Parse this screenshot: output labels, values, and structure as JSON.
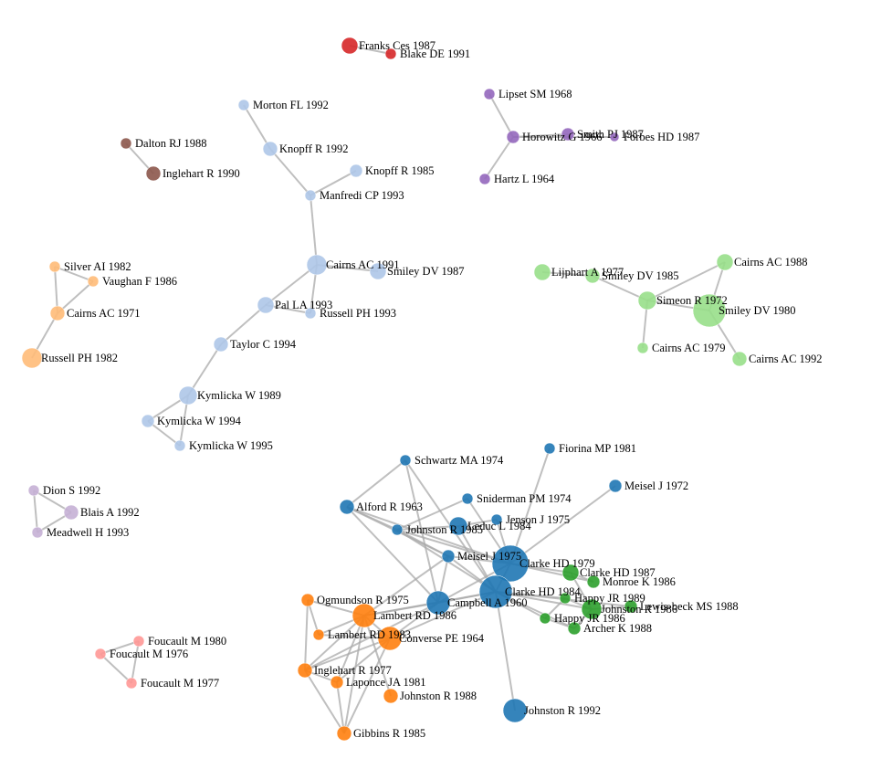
{
  "colors": {
    "red": "#d62728",
    "purple": "#9467bd",
    "brown": "#8c564b",
    "light_blue": "#aec7e8",
    "light_orange": "#ffbb78",
    "light_green": "#98df8a",
    "light_purple": "#c5b0d5",
    "pink": "#ff9896",
    "blue": "#1f77b4",
    "orange": "#ff7f0e",
    "green": "#2ca02c",
    "edge": "#aaaaaa"
  },
  "nodes": [
    {
      "id": "franks",
      "label": "Franks Ces 1987",
      "group": "red"
    },
    {
      "id": "blake",
      "label": "Blake DE 1991",
      "group": "red"
    },
    {
      "id": "lipset",
      "label": "Lipset SM 1968",
      "group": "purple"
    },
    {
      "id": "horowitz",
      "label": "Horowitz G 1966",
      "group": "purple"
    },
    {
      "id": "smithpj",
      "label": "Smith PJ 1987",
      "group": "purple"
    },
    {
      "id": "forbes",
      "label": "Forbes HD 1987",
      "group": "purple"
    },
    {
      "id": "hartz",
      "label": "Hartz L 1964",
      "group": "purple"
    },
    {
      "id": "dalton",
      "label": "Dalton RJ 1988",
      "group": "brown"
    },
    {
      "id": "inglehart90",
      "label": "Inglehart R 1990",
      "group": "brown"
    },
    {
      "id": "morton",
      "label": "Morton FL 1992",
      "group": "light_blue"
    },
    {
      "id": "knopff92",
      "label": "Knopff R 1992",
      "group": "light_blue"
    },
    {
      "id": "knopff85",
      "label": "Knopff R 1985",
      "group": "light_blue"
    },
    {
      "id": "manfredi",
      "label": "Manfredi CP 1993",
      "group": "light_blue"
    },
    {
      "id": "cairns91",
      "label": "Cairns AC 1991",
      "group": "light_blue"
    },
    {
      "id": "smiley87",
      "label": "Smiley DV 1987",
      "group": "light_blue"
    },
    {
      "id": "pal",
      "label": "Pal LA 1993",
      "group": "light_blue"
    },
    {
      "id": "russell93",
      "label": "Russell PH 1993",
      "group": "light_blue"
    },
    {
      "id": "taylor",
      "label": "Taylor C 1994",
      "group": "light_blue"
    },
    {
      "id": "kym89",
      "label": "Kymlicka W 1989",
      "group": "light_blue"
    },
    {
      "id": "kym94",
      "label": "Kymlicka W 1994",
      "group": "light_blue"
    },
    {
      "id": "kym95",
      "label": "Kymlicka W 1995",
      "group": "light_blue"
    },
    {
      "id": "silver",
      "label": "Silver AI 1982",
      "group": "light_orange"
    },
    {
      "id": "vaughan",
      "label": "Vaughan F 1986",
      "group": "light_orange"
    },
    {
      "id": "cairns71",
      "label": "Cairns AC 1971",
      "group": "light_orange"
    },
    {
      "id": "russell82",
      "label": "Russell PH 1982",
      "group": "light_orange"
    },
    {
      "id": "lijphart",
      "label": "Lijphart A 1977",
      "group": "light_green"
    },
    {
      "id": "smiley85",
      "label": "Smiley DV 1985",
      "group": "light_green"
    },
    {
      "id": "cairns88",
      "label": "Cairns AC 1988",
      "group": "light_green"
    },
    {
      "id": "simeon",
      "label": "Simeon R 1972",
      "group": "light_green"
    },
    {
      "id": "smiley80",
      "label": "Smiley DV 1980",
      "group": "light_green"
    },
    {
      "id": "cairns79",
      "label": "Cairns AC 1979",
      "group": "light_green"
    },
    {
      "id": "cairns92",
      "label": "Cairns AC 1992",
      "group": "light_green"
    },
    {
      "id": "dion",
      "label": "Dion S 1992",
      "group": "light_purple"
    },
    {
      "id": "blais",
      "label": "Blais A 1992",
      "group": "light_purple"
    },
    {
      "id": "meadwell",
      "label": "Meadwell H 1993",
      "group": "light_purple"
    },
    {
      "id": "foucault80",
      "label": "Foucault M 1980",
      "group": "pink"
    },
    {
      "id": "foucault76",
      "label": "Foucault M 1976",
      "group": "pink"
    },
    {
      "id": "foucault77",
      "label": "Foucault M 1977",
      "group": "pink"
    },
    {
      "id": "fiorina",
      "label": "Fiorina MP 1981",
      "group": "blue"
    },
    {
      "id": "schwartz",
      "label": "Schwartz MA 1974",
      "group": "blue"
    },
    {
      "id": "meisel72",
      "label": "Meisel J 1972",
      "group": "blue"
    },
    {
      "id": "sniderman",
      "label": "Sniderman PM 1974",
      "group": "blue"
    },
    {
      "id": "alford",
      "label": "Alford R 1963",
      "group": "blue"
    },
    {
      "id": "jenson",
      "label": "Jenson J 1975",
      "group": "blue"
    },
    {
      "id": "johnston85",
      "label": "Johnston R 1985",
      "group": "blue"
    },
    {
      "id": "leduc",
      "label": "Leduc L 1984",
      "group": "blue"
    },
    {
      "id": "meisel75",
      "label": "Meisel J 1975",
      "group": "blue"
    },
    {
      "id": "clarke79",
      "label": "Clarke HD 1979",
      "group": "blue"
    },
    {
      "id": "clarke84",
      "label": "Clarke HD 1984",
      "group": "blue"
    },
    {
      "id": "campbell",
      "label": "Campbell A 1960",
      "group": "blue"
    },
    {
      "id": "johnston92",
      "label": "Johnston R 1992",
      "group": "blue"
    },
    {
      "id": "clarke87",
      "label": "Clarke HD 1987",
      "group": "green"
    },
    {
      "id": "monroe",
      "label": "Monroe K 1986",
      "group": "green"
    },
    {
      "id": "happy89",
      "label": "Happy JR 1989",
      "group": "green"
    },
    {
      "id": "johnston86",
      "label": "Johnston R 1986",
      "group": "green"
    },
    {
      "id": "lewisbeck",
      "label": "Lewis-beck MS 1988",
      "group": "green"
    },
    {
      "id": "happy86",
      "label": "Happy JR 1986",
      "group": "green"
    },
    {
      "id": "archer",
      "label": "Archer K 1988",
      "group": "green"
    },
    {
      "id": "ogmundson",
      "label": "Ogmundson R 1975",
      "group": "orange"
    },
    {
      "id": "lambert86",
      "label": "Lambert RD 1986",
      "group": "orange"
    },
    {
      "id": "lambert83",
      "label": "Lambert RD 1983",
      "group": "orange"
    },
    {
      "id": "converse",
      "label": "Converse PE 1964",
      "group": "orange"
    },
    {
      "id": "inglehart77",
      "label": "Inglehart R 1977",
      "group": "orange"
    },
    {
      "id": "laponce",
      "label": "Laponce JA 1981",
      "group": "orange"
    },
    {
      "id": "johnston88",
      "label": "Johnston R 1988",
      "group": "orange"
    },
    {
      "id": "gibbins",
      "label": "Gibbins R 1985",
      "group": "orange"
    }
  ],
  "edges": [
    [
      "franks",
      "blake"
    ],
    [
      "lipset",
      "horowitz"
    ],
    [
      "horowitz",
      "hartz"
    ],
    [
      "horowitz",
      "smithpj"
    ],
    [
      "horowitz",
      "forbes"
    ],
    [
      "dalton",
      "inglehart90"
    ],
    [
      "morton",
      "knopff92"
    ],
    [
      "knopff92",
      "manfredi"
    ],
    [
      "knopff85",
      "manfredi"
    ],
    [
      "manfredi",
      "cairns91"
    ],
    [
      "cairns91",
      "smiley87"
    ],
    [
      "cairns91",
      "pal"
    ],
    [
      "cairns91",
      "russell93"
    ],
    [
      "pal",
      "russell93"
    ],
    [
      "pal",
      "taylor"
    ],
    [
      "taylor",
      "kym89"
    ],
    [
      "kym89",
      "kym94"
    ],
    [
      "kym89",
      "kym95"
    ],
    [
      "kym94",
      "kym95"
    ],
    [
      "silver",
      "vaughan"
    ],
    [
      "silver",
      "cairns71"
    ],
    [
      "vaughan",
      "cairns71"
    ],
    [
      "cairns71",
      "russell82"
    ],
    [
      "lijphart",
      "smiley85"
    ],
    [
      "smiley85",
      "simeon"
    ],
    [
      "simeon",
      "smiley80"
    ],
    [
      "simeon",
      "cairns88"
    ],
    [
      "simeon",
      "cairns79"
    ],
    [
      "smiley80",
      "cairns88"
    ],
    [
      "smiley80",
      "cairns92"
    ],
    [
      "dion",
      "blais"
    ],
    [
      "dion",
      "meadwell"
    ],
    [
      "blais",
      "meadwell"
    ],
    [
      "foucault80",
      "foucault76"
    ],
    [
      "foucault80",
      "foucault77"
    ],
    [
      "foucault76",
      "foucault77"
    ],
    [
      "schwartz",
      "alford"
    ],
    [
      "schwartz",
      "campbell"
    ],
    [
      "schwartz",
      "clarke84"
    ],
    [
      "fiorina",
      "clarke79"
    ],
    [
      "meisel72",
      "clarke79"
    ],
    [
      "sniderman",
      "clarke79"
    ],
    [
      "sniderman",
      "johnston85"
    ],
    [
      "alford",
      "johnston85"
    ],
    [
      "alford",
      "clarke79"
    ],
    [
      "alford",
      "meisel75"
    ],
    [
      "alford",
      "campbell"
    ],
    [
      "jenson",
      "clarke79"
    ],
    [
      "jenson",
      "leduc"
    ],
    [
      "johnston85",
      "clarke79"
    ],
    [
      "johnston85",
      "clarke84"
    ],
    [
      "johnston85",
      "leduc"
    ],
    [
      "johnston85",
      "meisel75"
    ],
    [
      "leduc",
      "clarke84"
    ],
    [
      "meisel75",
      "clarke79"
    ],
    [
      "meisel75",
      "clarke84"
    ],
    [
      "meisel75",
      "campbell"
    ],
    [
      "meisel75",
      "lambert86"
    ],
    [
      "clarke79",
      "clarke84"
    ],
    [
      "clarke79",
      "campbell"
    ],
    [
      "clarke79",
      "clarke87"
    ],
    [
      "clarke79",
      "monroe"
    ],
    [
      "clarke84",
      "campbell"
    ],
    [
      "clarke84",
      "johnston92"
    ],
    [
      "clarke84",
      "happy89"
    ],
    [
      "clarke84",
      "johnston86"
    ],
    [
      "clarke84",
      "archer"
    ],
    [
      "clarke84",
      "happy86"
    ],
    [
      "clarke84",
      "lewisbeck"
    ],
    [
      "clarke84",
      "converse"
    ],
    [
      "clarke84",
      "lambert86"
    ],
    [
      "campbell",
      "converse"
    ],
    [
      "campbell",
      "lambert86"
    ],
    [
      "campbell",
      "inglehart77"
    ],
    [
      "clarke87",
      "monroe"
    ],
    [
      "clarke87",
      "johnston86"
    ],
    [
      "happy89",
      "johnston86"
    ],
    [
      "happy89",
      "happy86"
    ],
    [
      "johnston86",
      "lewisbeck"
    ],
    [
      "johnston86",
      "archer"
    ],
    [
      "happy86",
      "archer"
    ],
    [
      "ogmundson",
      "lambert86"
    ],
    [
      "ogmundson",
      "lambert83"
    ],
    [
      "ogmundson",
      "inglehart77"
    ],
    [
      "lambert86",
      "lambert83"
    ],
    [
      "lambert86",
      "converse"
    ],
    [
      "lambert86",
      "inglehart77"
    ],
    [
      "lambert86",
      "laponce"
    ],
    [
      "lambert86",
      "johnston88"
    ],
    [
      "lambert86",
      "gibbins"
    ],
    [
      "lambert83",
      "converse"
    ],
    [
      "converse",
      "laponce"
    ],
    [
      "converse",
      "gibbins"
    ],
    [
      "converse",
      "inglehart77"
    ],
    [
      "inglehart77",
      "laponce"
    ],
    [
      "inglehart77",
      "gibbins"
    ],
    [
      "laponce",
      "gibbins"
    ]
  ]
}
